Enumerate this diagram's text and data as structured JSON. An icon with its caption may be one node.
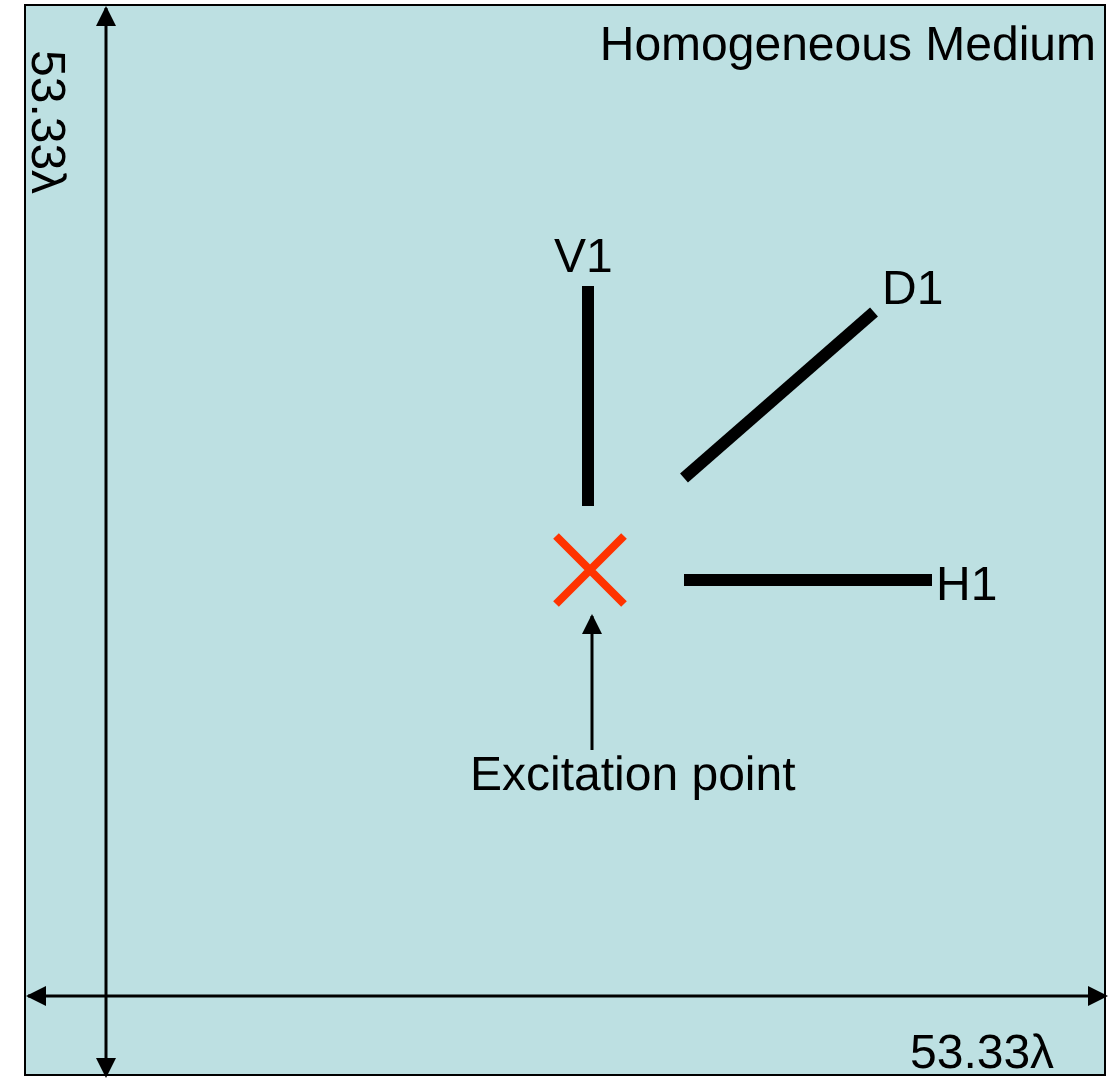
{
  "diagram": {
    "nodes": [
      {
        "text": [
          "Homogeneous Medium"
        ]
      },
      {
        "text": [],
        "shape": "cross",
        "in": 0
      },
      {
        "text": [
          "Excitation point"
        ],
        "in": 0
      }
    ],
    "edges": [
      {
        "from": 2,
        "to": 1,
        "arrow": "to"
      }
    ],
    "labels": [
      "53.33λ",
      "V1",
      "D1",
      "H1",
      "53.33λ"
    ]
  }
}
